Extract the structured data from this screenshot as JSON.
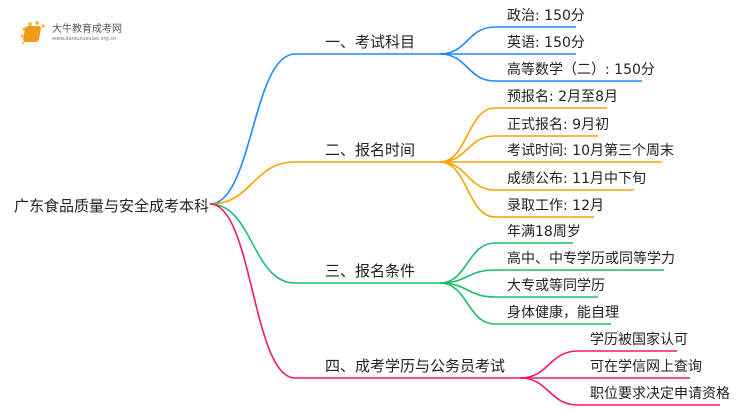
{
  "logo": {
    "title": "大牛教育成考网",
    "url": "www.daniuxuexiao.org.cn"
  },
  "root": "广东食品质量与安全成考本科",
  "colors": {
    "blue": "#1e88ff",
    "orange": "#f5a300",
    "green": "#1dbe6e",
    "pink": "#f0186e",
    "text": "#222222"
  },
  "branches": [
    {
      "label": "一、考试科目",
      "color": "#1e88ff",
      "children": [
        "政治: 150分",
        "英语: 150分",
        "高等数学（二）: 150分"
      ]
    },
    {
      "label": "二、报名时间",
      "color": "#f5a300",
      "children": [
        "预报名: 2月至8月",
        "正式报名: 9月初",
        "考试时间: 10月第三个周末",
        "成绩公布: 11月中下旬",
        "录取工作: 12月"
      ]
    },
    {
      "label": "三、报名条件",
      "color": "#1dbe6e",
      "children": [
        "年满18周岁",
        "高中、中专学历或同等学力",
        "大专或等同学历",
        "身体健康，能自理"
      ]
    },
    {
      "label": "四、成考学历与公务员考试",
      "color": "#f0186e",
      "children": [
        "学历被国家认可",
        "可在学信网上查询",
        "职位要求决定申请资格"
      ]
    }
  ]
}
